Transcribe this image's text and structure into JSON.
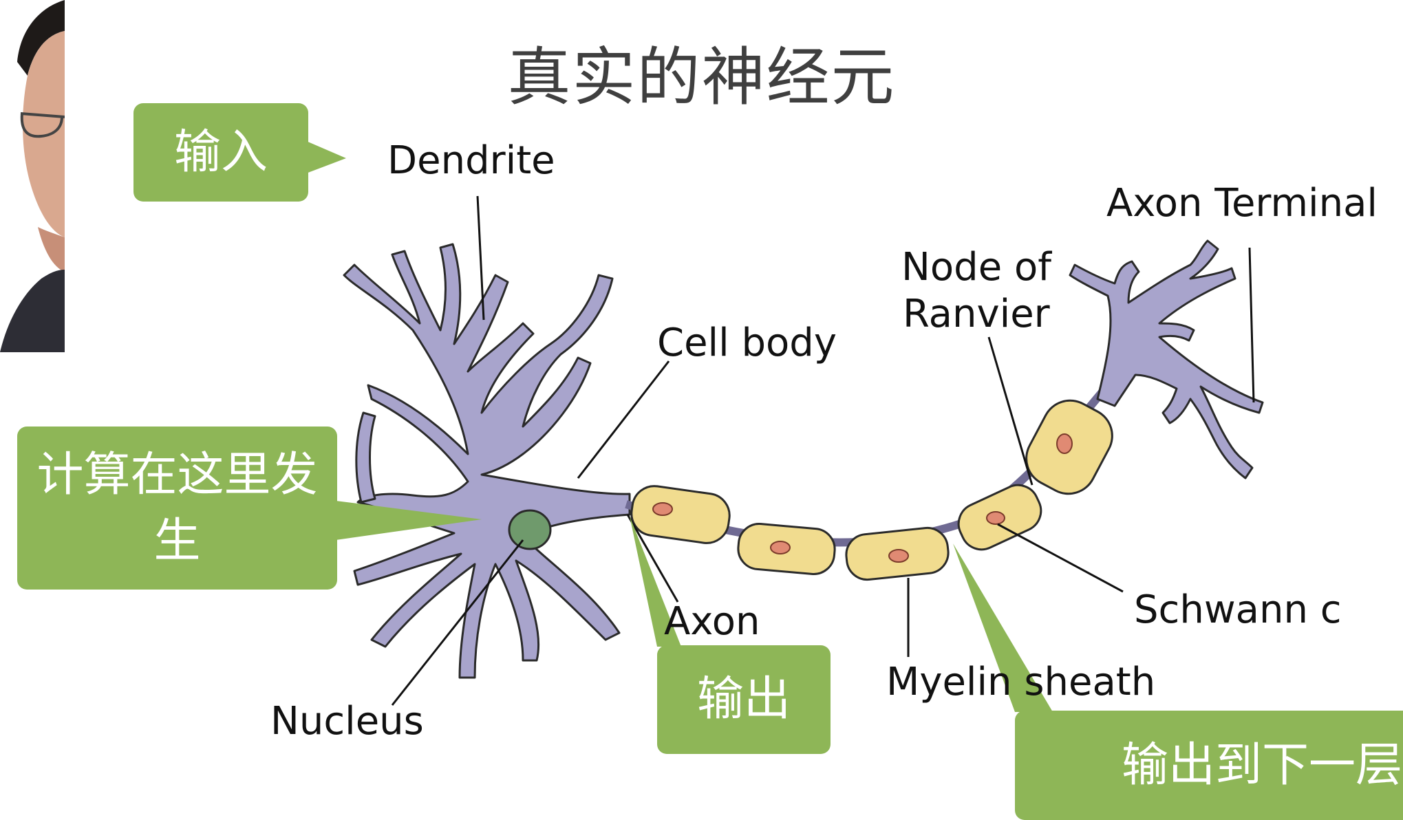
{
  "title": "真实的神经元",
  "labels": {
    "dendrite": "Dendrite",
    "cell_body": "Cell body",
    "node_of_ranvier_line1": "Node of",
    "node_of_ranvier_line2": "Ranvier",
    "axon_terminal": "Axon Terminal",
    "axon": "Axon",
    "nucleus": "Nucleus",
    "myelin_sheath": "Myelin sheath",
    "schwann_cell": "Schwann c"
  },
  "callouts": {
    "input": "输入",
    "compute": "计算在这里发生",
    "output": "输出",
    "output_next": "输出到下一层"
  },
  "colors": {
    "callout_green": "#8eb657",
    "cell_purple": "#a8a4cc",
    "myelin_yellow": "#f1dc8f",
    "nucleus_green": "#6f9a6c"
  }
}
